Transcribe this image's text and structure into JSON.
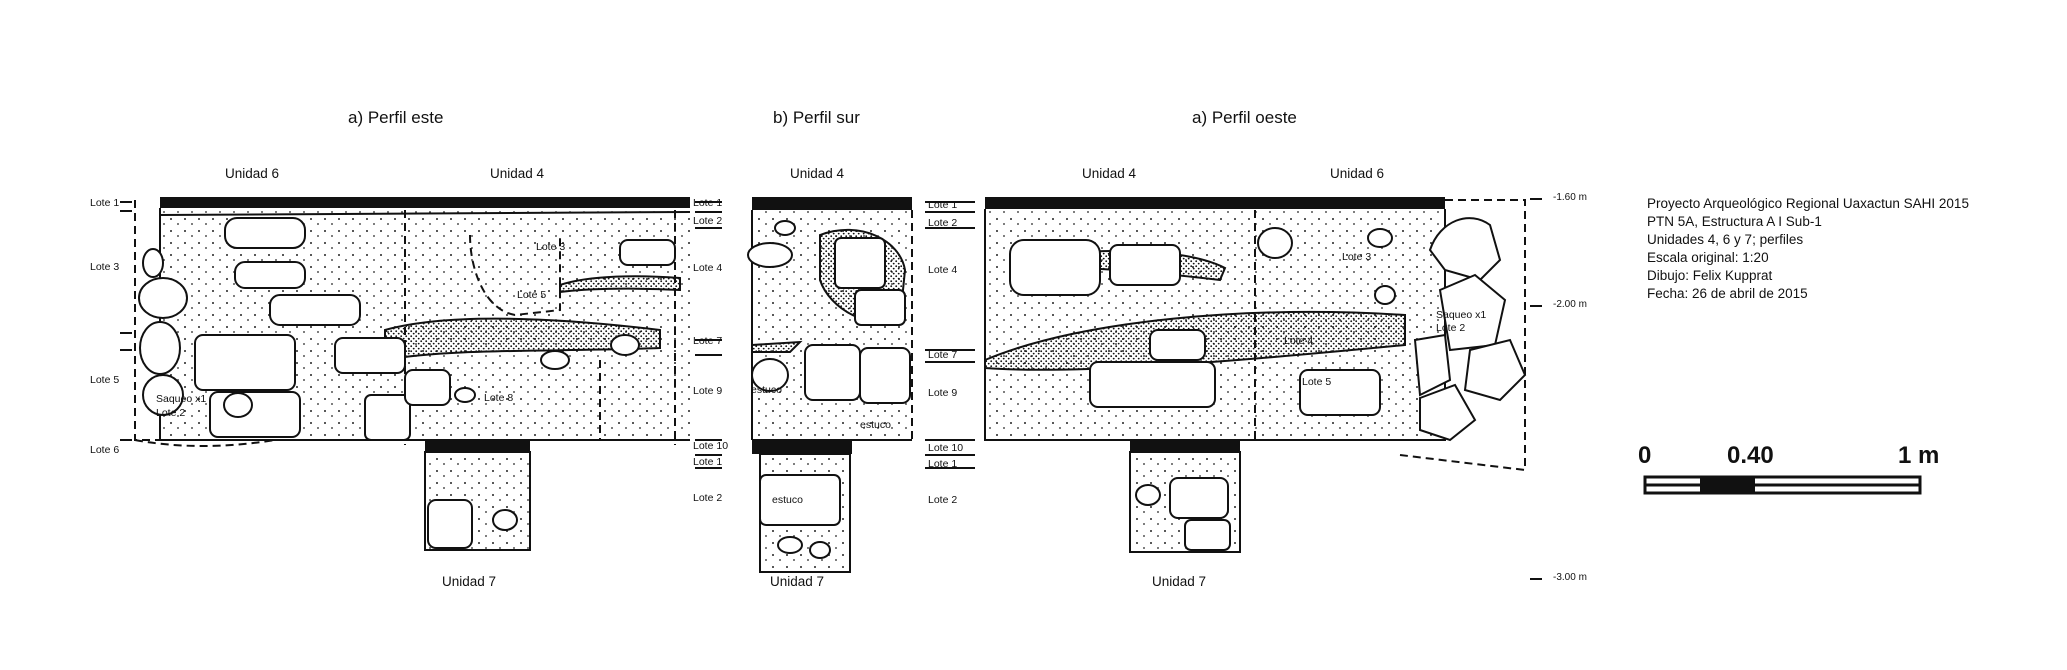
{
  "figure": {
    "titles": {
      "este": "a) Perfil este",
      "sur": "b) Perfil sur",
      "oeste": "a) Perfil oeste"
    },
    "units": {
      "este_left": "Unidad 6",
      "este_right": "Unidad 4",
      "sur_top": "Unidad 4",
      "oeste_left": "Unidad 4",
      "oeste_right": "Unidad 6",
      "este_bottom": "Unidad 7",
      "sur_bottom": "Unidad 7",
      "oeste_bottom": "Unidad 7"
    },
    "lotes_este": [
      "Lote 1",
      "Lote 3",
      "Lote 5",
      "Lote 6"
    ],
    "lotes_sur": [
      "Lote 1",
      "Lote 2",
      "Lote 4",
      "Lote 7",
      "Lote 9",
      "Lote 10",
      "Lote 1",
      "Lote 2"
    ],
    "lotes_oeste": [
      "Lote 1",
      "Lote 2",
      "Lote 4",
      "Lote 7",
      "Lote 9",
      "Lote 10",
      "Lote 1",
      "Lote 2"
    ],
    "inner_labels": {
      "este_lote3": "Lote 3",
      "este_lote5": "Lote 5",
      "este_lote8": "Lote 8",
      "este_saqueo": "Saqueo x1",
      "este_saqueo_lote": "Lote 2",
      "sur_estuco1": "estuco",
      "sur_estuco2": "estuco",
      "sur_estuco3": "estuco",
      "oeste_lote3": "Lote 3",
      "oeste_lote4": "Lote 4",
      "oeste_lote5": "Lote 5",
      "oeste_saqueo": "Saqueo x1",
      "oeste_saqueo_lote": "Lote 2"
    },
    "elevations": [
      "-1.60 m",
      "-2.00 m",
      "-3.00 m"
    ]
  },
  "info_block": {
    "lines": [
      "Proyecto Arqueológico Regional Uaxactun SAHI 2015",
      "PTN 5A, Estructura A I Sub-1",
      "Unidades 4, 6 y 7; perfiles",
      "Escala original: 1:20",
      "Dibujo: Felix Kupprat",
      "Fecha: 26 de abril de 2015"
    ]
  },
  "scale_bar": {
    "labels": [
      "0",
      "0.40",
      "1 m"
    ]
  }
}
